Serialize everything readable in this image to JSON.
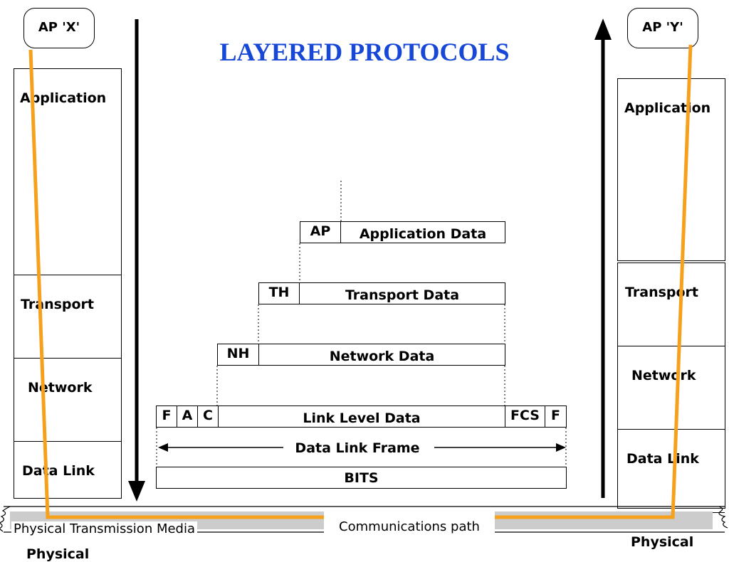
{
  "title": "LAYERED PROTOCOLS",
  "left_ap": "AP 'X'",
  "right_ap": "AP 'Y'",
  "left_layers": [
    "Application",
    "Transport",
    "Network",
    "Data Link",
    "Physical"
  ],
  "right_layers": [
    "Application",
    "Transport",
    "Network",
    "Data Link",
    "Physical"
  ],
  "packets": {
    "app": {
      "header": "AP",
      "data": "Application Data"
    },
    "transport": {
      "header": "TH",
      "data": "Transport Data"
    },
    "network": {
      "header": "NH",
      "data": "Network Data"
    },
    "link": {
      "fields": [
        "F",
        "A",
        "C"
      ],
      "data": "Link Level Data",
      "trailer": [
        "FCS",
        "F"
      ]
    },
    "frame_label": "Data Link Frame",
    "bits": "BITS"
  },
  "media_label": "Physical Transmission Media",
  "path_label": "Communications path",
  "colors": {
    "title": "#1747d6",
    "path": "#f5a11c",
    "media": "#cccccc"
  }
}
